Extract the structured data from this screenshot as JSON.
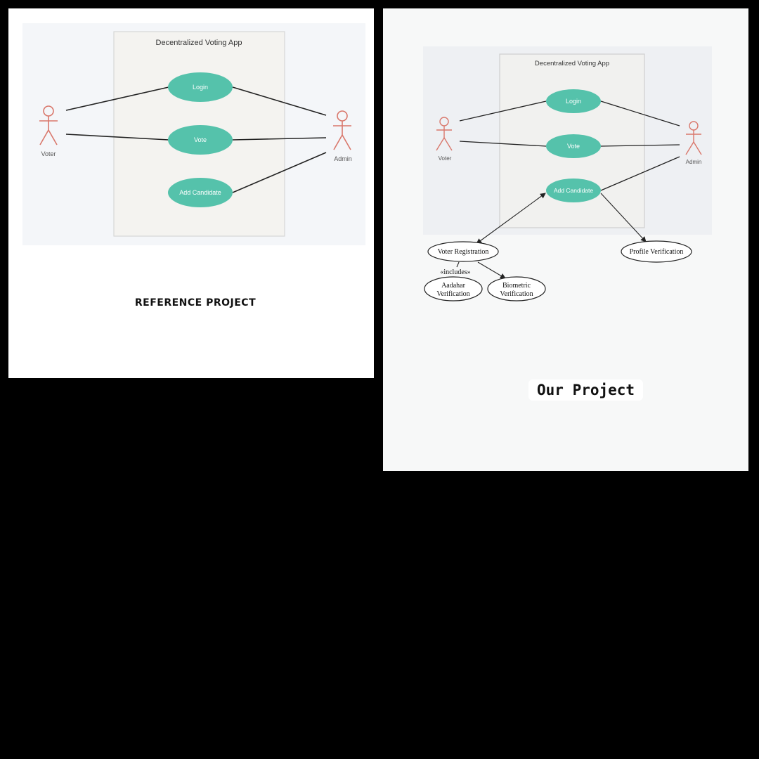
{
  "reference": {
    "system_title": "Decentralized Voting App",
    "actors": {
      "voter": "Voter",
      "admin": "Admin"
    },
    "use_cases": {
      "login": "Login",
      "vote": "Vote",
      "add_candidate": "Add Candidate"
    },
    "caption": "REFERENCE PROJECT"
  },
  "ours": {
    "system_title": "Decentralized Voting App",
    "actors": {
      "voter": "Voter",
      "admin": "Admin"
    },
    "use_cases": {
      "login": "Login",
      "vote": "Vote",
      "add_candidate": "Add Candidate"
    },
    "extensions": {
      "voter_registration": "Voter Registration",
      "profile_verification": "Profile Verification",
      "includes": "«includes»",
      "aadahar_line1": "Aadahar",
      "aadahar_line2": "Verification",
      "biometric_line1": "Biometric",
      "biometric_line2": "Verification"
    },
    "caption": "Our Project"
  },
  "colors": {
    "use_case_fill": "#55c2ab",
    "actor_stroke": "#d9776b",
    "system_bg": "#f3f2ef",
    "diagram_bg": "#f4f6f9"
  }
}
